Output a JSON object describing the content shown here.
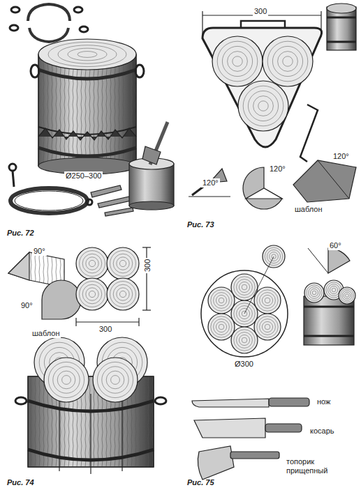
{
  "diagram": {
    "labels": [
      "Рис. 72",
      "Ø250–300",
      "300",
      "120°",
      "120°",
      "120°",
      "шаблон",
      "Рис. 73",
      "90°",
      "90°",
      "шаблон",
      "300",
      "300",
      "Рис. 74",
      "60°",
      "Ø300",
      "нож",
      "косарь",
      "топорик прищепный",
      "Рис. 75"
    ]
  }
}
